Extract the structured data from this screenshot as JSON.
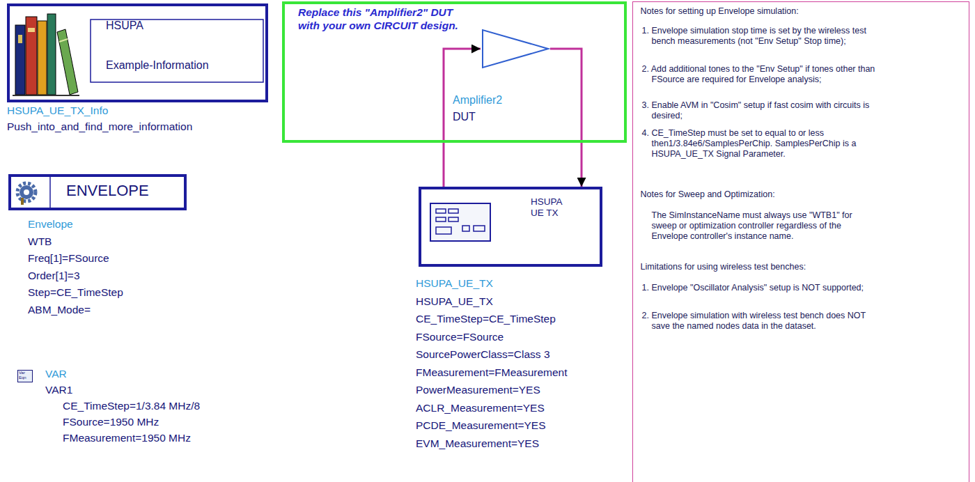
{
  "diagram": {
    "nodes": [
      {
        "text": [
          "HSUPA",
          "Example-Information",
          "HSUPA_UE_TX_Info",
          "Push_into_and_find_more_information"
        ]
      },
      {
        "text": [
          "ENVELOPE",
          "Envelope",
          "WTB",
          "Freq[1]=FSource",
          "Order[1]=3",
          "Step=CE_TimeStep",
          "ABM_Mode="
        ]
      },
      {
        "text": [
          "Var Eqn",
          "VAR",
          "VAR1",
          "CE_TimeStep=1/3.84 MHz/8",
          "FSource=1950 MHz",
          "FMeasurement=1950 MHz"
        ]
      },
      {
        "text": [
          "Replace this \"Amplifier2\" DUT with your own CIRCUIT design."
        ]
      },
      {
        "text": [
          "Amplifier2",
          "DUT"
        ],
        "in": 3
      },
      {
        "text": [
          "HSUPA UE TX",
          "HSUPA_UE_TX",
          "HSUPA_UE_TX",
          "CE_TimeStep=CE_TimeStep",
          "FSource=FSource",
          "SourcePowerClass=Class 3",
          "FMeasurement=FMeasurement",
          "PowerMeasurement=YES",
          "ACLR_Measurement=YES",
          "PCDE_Measurement=YES",
          "EVM_Measurement=YES"
        ]
      },
      {
        "text": [
          "Notes for setting up Envelope simulation:",
          "1. Envelope simulation stop time is set by the wireless test bench measurements (not \"Env Setup\" Stop time);",
          "2. Add additional tones to the \"Env Setup\" if tones other than FSource are required for Envelope analysis;",
          "3. Enable AVM in \"Cosim\" setup if fast cosim with circuits is desired;",
          "4. CE_TimeStep must be set to equal to or less then1/3.84e6/SamplesPerChip. SamplesPerChip is a HSUPA_UE_TX Signal Parameter.",
          "Notes for Sweep and Optimization:",
          "The SimInstanceName must always use \"WTB1\" for sweep or optimization controller regardless of the Envelope controller's instance name.",
          "Limitations for using wireless test benches:",
          "1. Envelope \"Oscillator Analysis\" setup is NOT supported;",
          "2. Envelope simulation with wireless test bench does NOT save the named nodes data in the dataset."
        ]
      }
    ],
    "edges": [
      {
        "from": 5,
        "to": 4,
        "arrow": "to"
      },
      {
        "from": 4,
        "to": 5,
        "arrow": "to"
      }
    ]
  }
}
